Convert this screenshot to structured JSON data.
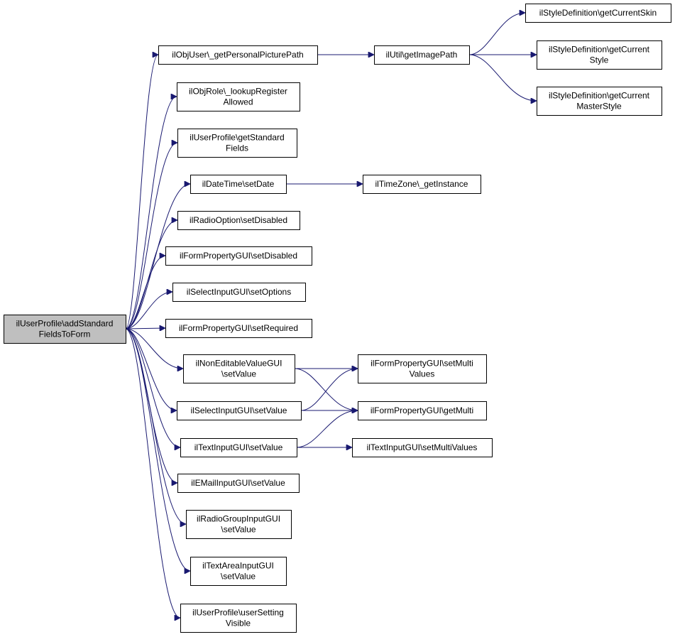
{
  "graph": {
    "nodes": [
      {
        "id": "root",
        "lines": [
          "ilUserProfile\\addStandard",
          "FieldsToForm"
        ],
        "root": true
      },
      {
        "id": "n1",
        "lines": [
          "ilObjUser\\_getPersonalPicturePath"
        ]
      },
      {
        "id": "n2",
        "lines": [
          "ilObjRole\\_lookupRegister",
          "Allowed"
        ]
      },
      {
        "id": "n3",
        "lines": [
          "ilUserProfile\\getStandard",
          "Fields"
        ]
      },
      {
        "id": "n4",
        "lines": [
          "ilDateTime\\setDate"
        ]
      },
      {
        "id": "n5",
        "lines": [
          "ilRadioOption\\setDisabled"
        ]
      },
      {
        "id": "n6",
        "lines": [
          "ilFormPropertyGUI\\setDisabled"
        ]
      },
      {
        "id": "n7",
        "lines": [
          "ilSelectInputGUI\\setOptions"
        ]
      },
      {
        "id": "n8",
        "lines": [
          "ilFormPropertyGUI\\setRequired"
        ]
      },
      {
        "id": "n9",
        "lines": [
          "ilNonEditableValueGUI",
          "\\setValue"
        ]
      },
      {
        "id": "n10",
        "lines": [
          "ilSelectInputGUI\\setValue"
        ]
      },
      {
        "id": "n11",
        "lines": [
          "ilTextInputGUI\\setValue"
        ]
      },
      {
        "id": "n12",
        "lines": [
          "ilEMailInputGUI\\setValue"
        ]
      },
      {
        "id": "n13",
        "lines": [
          "ilRadioGroupInputGUI",
          "\\setValue"
        ]
      },
      {
        "id": "n14",
        "lines": [
          "ilTextAreaInputGUI",
          "\\setValue"
        ]
      },
      {
        "id": "n15",
        "lines": [
          "ilUserProfile\\userSetting",
          "Visible"
        ]
      },
      {
        "id": "n16",
        "lines": [
          "ilUtil\\getImagePath"
        ]
      },
      {
        "id": "n17",
        "lines": [
          "ilStyleDefinition\\getCurrentSkin"
        ]
      },
      {
        "id": "n18",
        "lines": [
          "ilStyleDefinition\\getCurrent",
          "Style"
        ]
      },
      {
        "id": "n19",
        "lines": [
          "ilStyleDefinition\\getCurrent",
          "MasterStyle"
        ]
      },
      {
        "id": "n20",
        "lines": [
          "ilTimeZone\\_getInstance"
        ]
      },
      {
        "id": "n21",
        "lines": [
          "ilFormPropertyGUI\\setMulti",
          "Values"
        ]
      },
      {
        "id": "n22",
        "lines": [
          "ilFormPropertyGUI\\getMulti"
        ]
      },
      {
        "id": "n23",
        "lines": [
          "ilTextInputGUI\\setMultiValues"
        ]
      }
    ],
    "edges": [
      [
        "root",
        "n1"
      ],
      [
        "root",
        "n2"
      ],
      [
        "root",
        "n3"
      ],
      [
        "root",
        "n4"
      ],
      [
        "root",
        "n5"
      ],
      [
        "root",
        "n6"
      ],
      [
        "root",
        "n7"
      ],
      [
        "root",
        "n8"
      ],
      [
        "root",
        "n9"
      ],
      [
        "root",
        "n10"
      ],
      [
        "root",
        "n11"
      ],
      [
        "root",
        "n12"
      ],
      [
        "root",
        "n13"
      ],
      [
        "root",
        "n14"
      ],
      [
        "root",
        "n15"
      ],
      [
        "n1",
        "n16"
      ],
      [
        "n16",
        "n17"
      ],
      [
        "n16",
        "n18"
      ],
      [
        "n16",
        "n19"
      ],
      [
        "n4",
        "n20"
      ],
      [
        "n9",
        "n21"
      ],
      [
        "n9",
        "n22"
      ],
      [
        "n10",
        "n21"
      ],
      [
        "n10",
        "n22"
      ],
      [
        "n11",
        "n22"
      ],
      [
        "n11",
        "n23"
      ]
    ],
    "edge_color": "#191970",
    "root_fill": "#bfbfbf"
  }
}
